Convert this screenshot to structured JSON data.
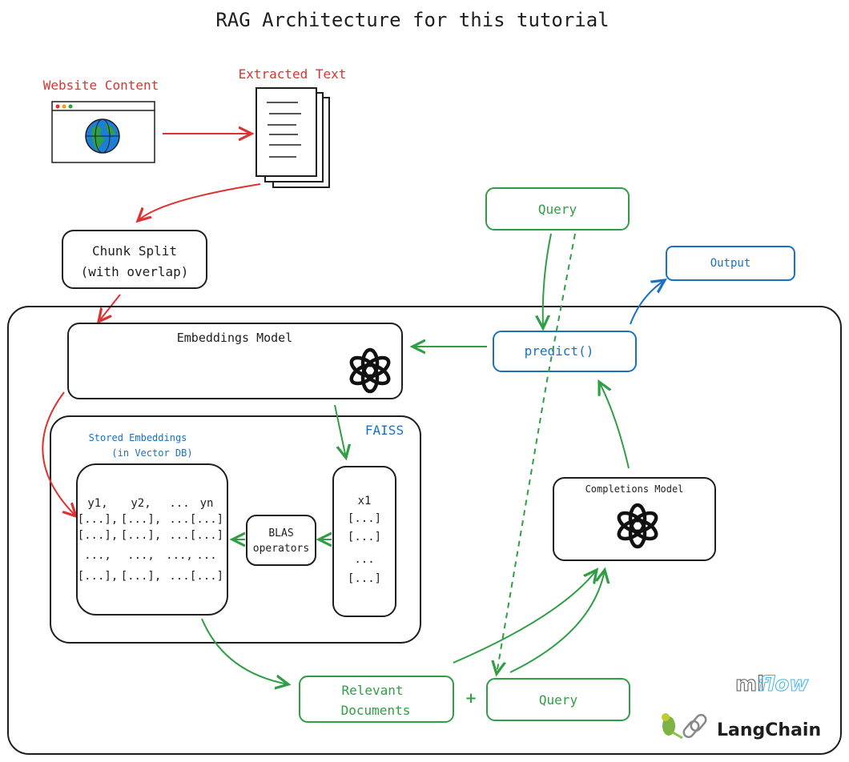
{
  "title": "RAG Architecture for this tutorial",
  "colors": {
    "red": "#e03131",
    "green": "#2f9e44",
    "blue": "#1971c2",
    "ink": "#1e1e1e"
  },
  "nodes": {
    "website_content": "Website Content",
    "extracted_text": "Extracted Text",
    "chunk_split": [
      "Chunk Split",
      "(with overlap)"
    ],
    "embeddings_model": "Embeddings Model",
    "faiss": "FAISS",
    "stored_embeddings": [
      "Stored Embeddings",
      "(in Vector DB)"
    ],
    "blas": [
      "BLAS",
      "operators"
    ],
    "query_top": "Query",
    "predict": "predict()",
    "output": "Output",
    "completions_model": "Completions Model",
    "relevant_documents": [
      "Relevant",
      "Documents"
    ],
    "plus": "+",
    "query_bottom": "Query"
  },
  "vector_db_grid": [
    [
      "y1,",
      "y2,",
      "...",
      "yn"
    ],
    [
      "[...],",
      "[...],",
      "...",
      "[...]"
    ],
    [
      "[...],",
      "[...],",
      "...",
      "[...]"
    ],
    [
      "...,",
      "...,",
      "...,",
      "..."
    ],
    [
      "[...],",
      "[...],",
      "...",
      "[...]"
    ]
  ],
  "query_vector": [
    "x1",
    "[...]",
    "[...]",
    "...",
    "[...]"
  ],
  "logos": {
    "mlflow": [
      "ml",
      "flow"
    ],
    "langchain": "LangChain"
  },
  "icons": [
    "browser-globe-icon",
    "documents-icon",
    "openai-logo-icon",
    "parrot-icon",
    "chain-link-icon"
  ]
}
